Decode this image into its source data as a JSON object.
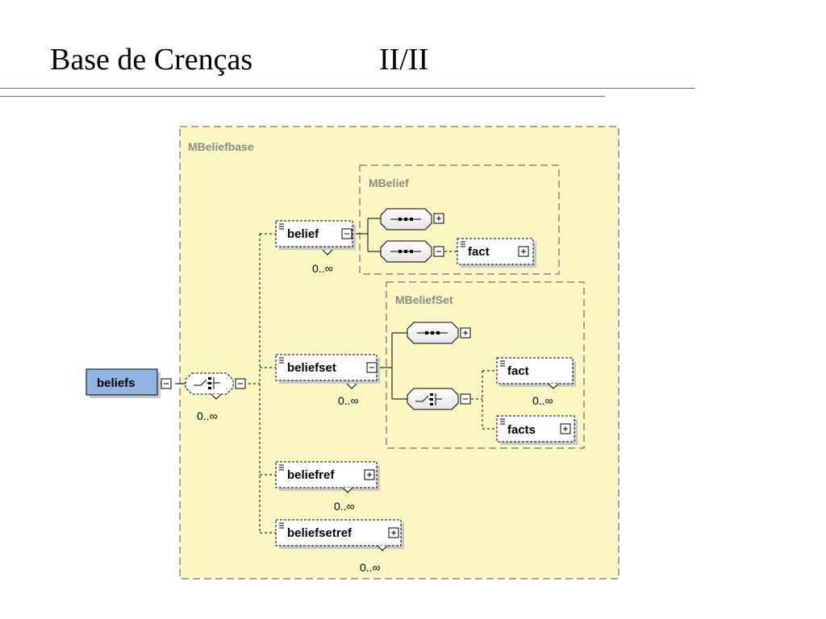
{
  "slide": {
    "title": "Base de Crenças",
    "page": "II/II"
  },
  "diagram": {
    "root": {
      "label": "beliefs",
      "cardinality": "0..∞"
    },
    "groups": {
      "mbeliefbase": "MBeliefbase",
      "mbelief": "MBelief",
      "mbeliefset": "MBeliefSet"
    },
    "elements": {
      "belief": {
        "label": "belief",
        "cardinality": "0..∞"
      },
      "fact1": {
        "label": "fact"
      },
      "beliefset": {
        "label": "beliefset",
        "cardinality": "0..∞"
      },
      "fact2": {
        "label": "fact",
        "cardinality": "0..∞"
      },
      "facts": {
        "label": "facts"
      },
      "beliefref": {
        "label": "beliefref",
        "cardinality": "0..∞"
      },
      "beliefsetref": {
        "label": "beliefsetref",
        "cardinality": "0..∞"
      }
    },
    "colors": {
      "group_fill": "#fbf6c2",
      "group_border": "#8a8a8a",
      "root_fill": "#8fb4e3",
      "line": "#000000"
    }
  }
}
